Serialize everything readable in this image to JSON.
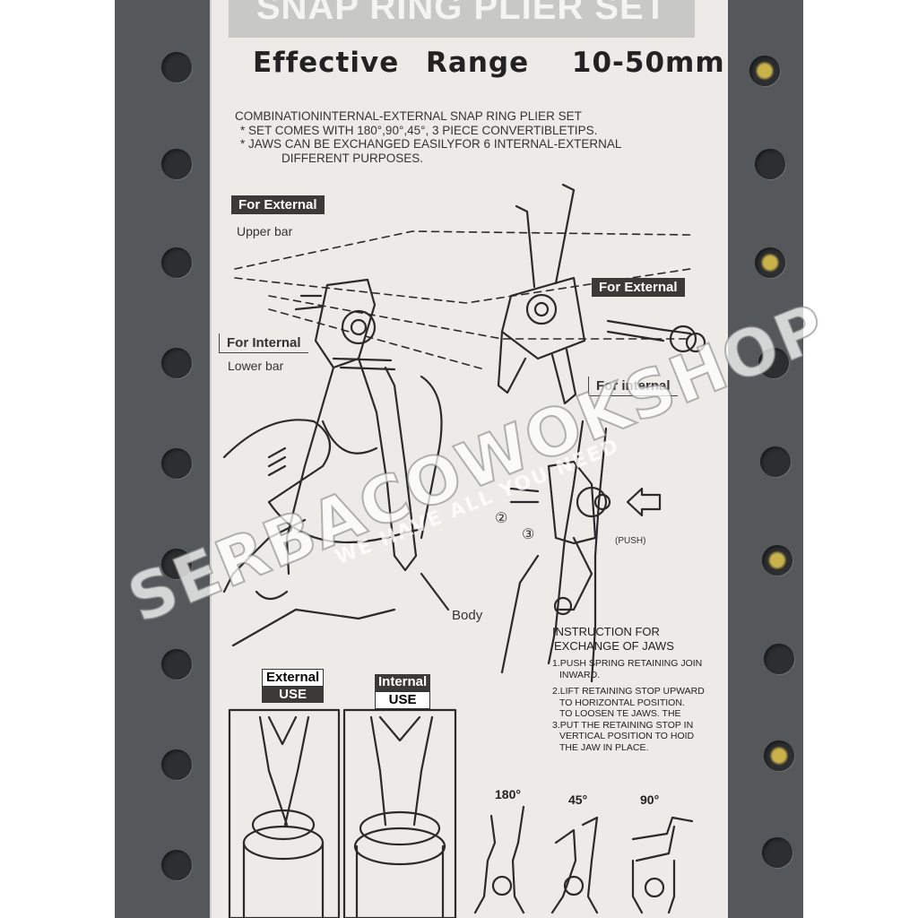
{
  "package": {
    "banner_title": "SNAP RING PLIER SET",
    "range_label": "Effective",
    "range_word": "Range",
    "range_value": "10-50mm",
    "description": [
      "COMBINATIONINTERNAL-EXTERNAL SNAP RING PLIER SET",
      "* SET COMES WITH 180°,90°,45°, 3 PIECE CONVERTIBLETIPS.",
      "* JAWS CAN BE EXCHANGED EASILYFOR 6 INTERNAL-EXTERNAL",
      "DIFFERENT PURPOSES."
    ],
    "diagram": {
      "for_external_left": "For External",
      "upper_bar": "Upper bar",
      "for_internal_left": "For Internal",
      "lower_bar": "Lower bar",
      "for_external_right": "For External",
      "for_internal_right": "For internal",
      "body": "Body",
      "push": "(PUSH)",
      "step_2": "②",
      "step_3": "③"
    },
    "instructions": {
      "title_1": "INSTRUCTION FOR",
      "title_2": "EXCHANGE OF JAWS",
      "steps": [
        "1.PUSH SPRING RETAINING JOIN",
        "INWARD.",
        "2.LIFT RETAINING STOP UPWARD",
        "TO HORIZONTAL POSITION.",
        "TO LOOSEN TE JAWS. THE",
        "3.PUT THE RETAINING STOP IN",
        "VERTICAL POSITION TO HOID",
        "THE JAW IN PLACE."
      ]
    },
    "use_panels": {
      "external_top": "External",
      "external_bottom": "USE",
      "internal_top": "Internal",
      "internal_bottom": "USE"
    },
    "tips": [
      "180°",
      "45°",
      "90°"
    ]
  },
  "watermark": {
    "main": "SERBACOWOKSHOP",
    "sub": "WE HAVE ALL YOU NEED"
  },
  "colors": {
    "board": "#55585a",
    "card": "#ecebe8",
    "banner": "#c8c8c6",
    "tag": "#3b3a38"
  }
}
